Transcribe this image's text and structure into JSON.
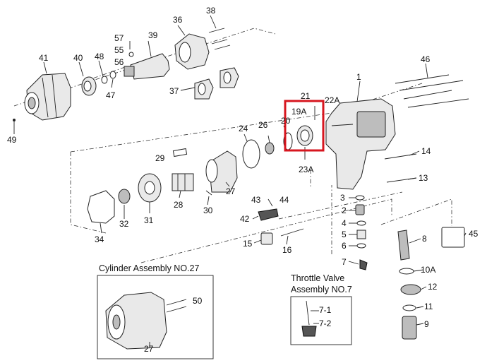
{
  "diagram": {
    "highlight_color": "#d7161f",
    "parts": [
      {
        "key": "1",
        "label": "1"
      },
      {
        "key": "2",
        "label": "2"
      },
      {
        "key": "3",
        "label": "3"
      },
      {
        "key": "4",
        "label": "4"
      },
      {
        "key": "5",
        "label": "5"
      },
      {
        "key": "6",
        "label": "6"
      },
      {
        "key": "7",
        "label": "7"
      },
      {
        "key": "8",
        "label": "8"
      },
      {
        "key": "9",
        "label": "9"
      },
      {
        "key": "10A",
        "label": "10A"
      },
      {
        "key": "11",
        "label": "11"
      },
      {
        "key": "12",
        "label": "12"
      },
      {
        "key": "13",
        "label": "13"
      },
      {
        "key": "14",
        "label": "14"
      },
      {
        "key": "15",
        "label": "15"
      },
      {
        "key": "16",
        "label": "16"
      },
      {
        "key": "19A",
        "label": "19A"
      },
      {
        "key": "20",
        "label": "20"
      },
      {
        "key": "21",
        "label": "21"
      },
      {
        "key": "22A",
        "label": "22A"
      },
      {
        "key": "23A",
        "label": "23A"
      },
      {
        "key": "24",
        "label": "24"
      },
      {
        "key": "26",
        "label": "26"
      },
      {
        "key": "27",
        "label": "27"
      },
      {
        "key": "28",
        "label": "28"
      },
      {
        "key": "29",
        "label": "29"
      },
      {
        "key": "30",
        "label": "30"
      },
      {
        "key": "31",
        "label": "31"
      },
      {
        "key": "32",
        "label": "32"
      },
      {
        "key": "34",
        "label": "34"
      },
      {
        "key": "36",
        "label": "36"
      },
      {
        "key": "37",
        "label": "37"
      },
      {
        "key": "38",
        "label": "38"
      },
      {
        "key": "39",
        "label": "39"
      },
      {
        "key": "40",
        "label": "40"
      },
      {
        "key": "41",
        "label": "41"
      },
      {
        "key": "42",
        "label": "42"
      },
      {
        "key": "43",
        "label": "43"
      },
      {
        "key": "44",
        "label": "44"
      },
      {
        "key": "45",
        "label": "45"
      },
      {
        "key": "46",
        "label": "46"
      },
      {
        "key": "47",
        "label": "47"
      },
      {
        "key": "48",
        "label": "48"
      },
      {
        "key": "49",
        "label": "49"
      },
      {
        "key": "55",
        "label": "55"
      },
      {
        "key": "56",
        "label": "56"
      },
      {
        "key": "57",
        "label": "57"
      },
      {
        "key": "50",
        "label": "50"
      },
      {
        "key": "27b",
        "label": "27"
      },
      {
        "key": "7-1",
        "label": "7-1"
      },
      {
        "key": "7-2",
        "label": "7-2"
      }
    ],
    "cylinder_box": {
      "title": "Cylinder Assembly NO.27"
    },
    "throttle_box": {
      "title_line1": "Throttle Valve",
      "title_line2": "Assembly NO.7"
    }
  }
}
